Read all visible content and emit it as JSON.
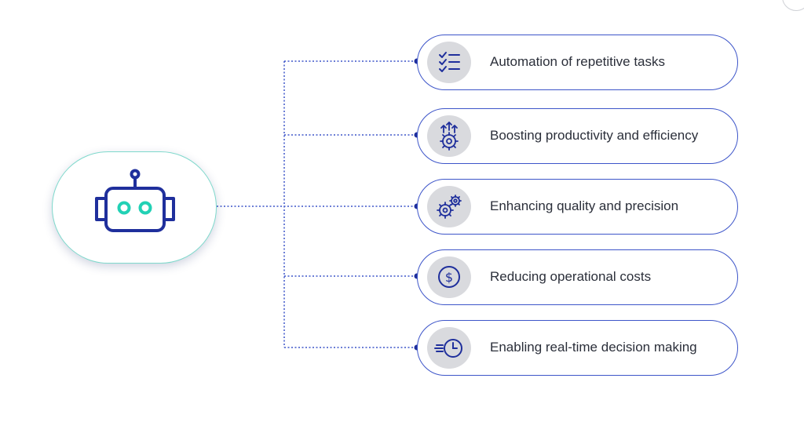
{
  "diagram": {
    "center": {
      "icon": "robot-icon"
    },
    "benefits": [
      {
        "label": "Automation of repetitive tasks",
        "icon": "checklist-icon"
      },
      {
        "label": "Boosting productivity and efficiency",
        "icon": "productivity-gear-icon"
      },
      {
        "label": "Enhancing quality and precision",
        "icon": "gears-icon"
      },
      {
        "label": "Reducing operational costs",
        "icon": "dollar-coin-icon"
      },
      {
        "label": "Enabling real-time decision making",
        "icon": "fast-clock-icon"
      }
    ],
    "colors": {
      "navy": "#1f2f9c",
      "teal": "#22d1b5",
      "pill_border": "#3d55c9",
      "icon_circle": "#d9dade",
      "text": "#2b2f3a"
    }
  }
}
